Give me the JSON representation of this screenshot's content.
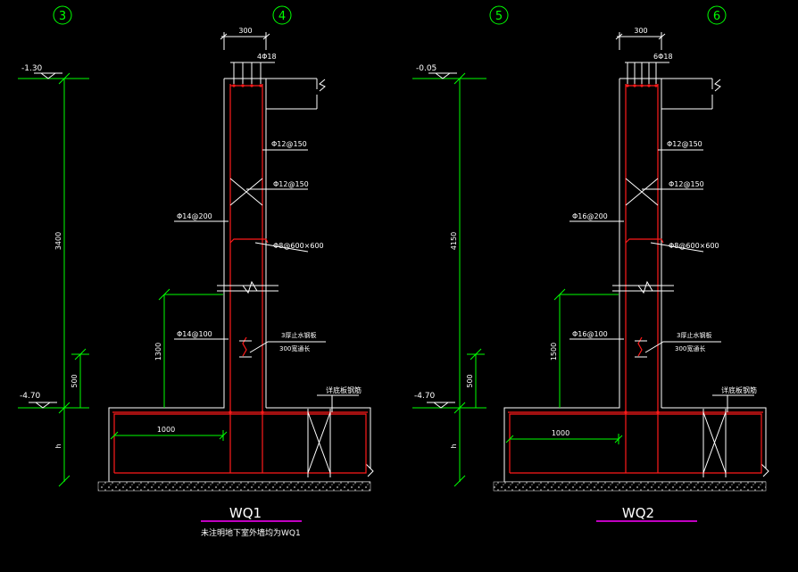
{
  "colors": {
    "background": "#000000",
    "outline": "#ffffff",
    "rebar": "#ff1a1a",
    "dimension": "#00ff00",
    "title_underline": "#ff00ff",
    "hatch": "#c8c8c8"
  },
  "details": [
    {
      "grid_left": "3",
      "grid_right": "4",
      "top_elev": "-1.30",
      "bottom_elev": "-4.70",
      "wall_thickness": "300",
      "top_bars": "4Φ18",
      "dim_height": "3400",
      "dim_base": "500",
      "dim_h": "h",
      "dim_1300": "1300",
      "dim_1000": "1000",
      "label_horiz_rebar_out": "Φ12@150",
      "label_horiz_rebar_in": "Φ12@150",
      "label_vert_rebar_upper": "Φ14@200",
      "label_tie": "Φ8@600×600",
      "label_vert_rebar_lower": "Φ14@100",
      "label_waterstop_1": "3厚止水钢板",
      "label_waterstop_2": "300宽通长",
      "label_slab": "详底板钢筋",
      "title": "WQ1",
      "note": "未注明地下室外墙均为WQ1"
    },
    {
      "grid_left": "5",
      "grid_right": "6",
      "top_elev": "-0.05",
      "bottom_elev": "-4.70",
      "wall_thickness": "300",
      "top_bars": "6Φ18",
      "dim_height": "4150",
      "dim_base": "500",
      "dim_h": "h",
      "dim_1300": "1500",
      "dim_1000": "1000",
      "label_horiz_rebar_out": "Φ12@150",
      "label_horiz_rebar_in": "Φ12@150",
      "label_vert_rebar_upper": "Φ16@200",
      "label_tie": "Φ8@600×600",
      "label_vert_rebar_lower": "Φ16@100",
      "label_waterstop_1": "3厚止水钢板",
      "label_waterstop_2": "300宽通长",
      "label_slab": "详底板钢筋",
      "title": "WQ2",
      "note": ""
    }
  ]
}
